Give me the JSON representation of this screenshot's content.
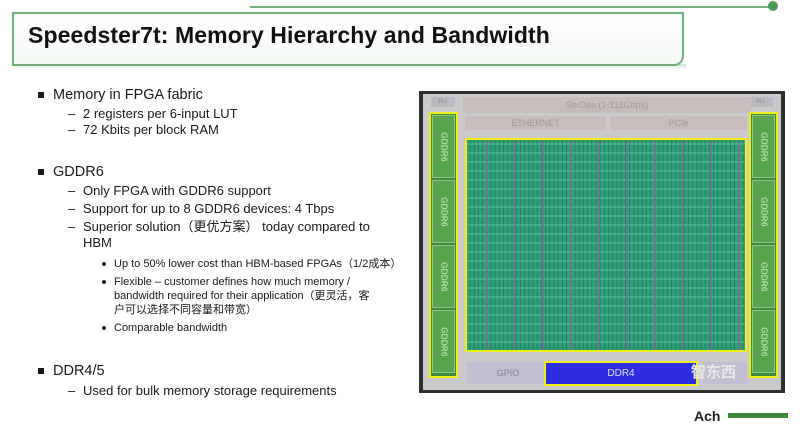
{
  "title": "Speedster7t: Memory Hierarchy and Bandwidth",
  "sections": [
    {
      "heading": "Memory in FPGA fabric",
      "items": [
        {
          "text": "2 registers per 6-input LUT"
        },
        {
          "text": "72 Kbits per block RAM"
        }
      ]
    },
    {
      "heading": "GDDR6",
      "items": [
        {
          "text": "Only FPGA with GDDR6 support"
        },
        {
          "text": "Support for up to 8 GDDR6 devices: 4 Tbps"
        },
        {
          "text": "Superior solution（更优方案） today compared to HBM",
          "sub": [
            "Up to 50% lower cost than HBM-based FPGAs（1/2成本）",
            "Flexible – customer defines how much memory / bandwidth required for their application（更灵活，客户可以选择不同容量和带宽）",
            "Comparable bandwidth"
          ]
        }
      ]
    },
    {
      "heading": "DDR4/5",
      "items": [
        {
          "text": "Used for bulk memory storage requirements"
        }
      ]
    }
  ],
  "diagram": {
    "serdes_label": "SerDes (1-112Gbps)",
    "ethernet_label": "ETHERNET",
    "pcie_label": "PCIe",
    "gddr_label": "GDDR6",
    "gpio_label": "GPIO",
    "ddr4_label": "DDR4",
    "corner_label": "PLL",
    "colors": {
      "core": "#2f9f78",
      "highlight": "#f2ee1a",
      "gddr": "#5aa34f",
      "ddr4": "#2d2ee0"
    }
  },
  "watermark": "智东西",
  "logo_fragment": "Ach"
}
